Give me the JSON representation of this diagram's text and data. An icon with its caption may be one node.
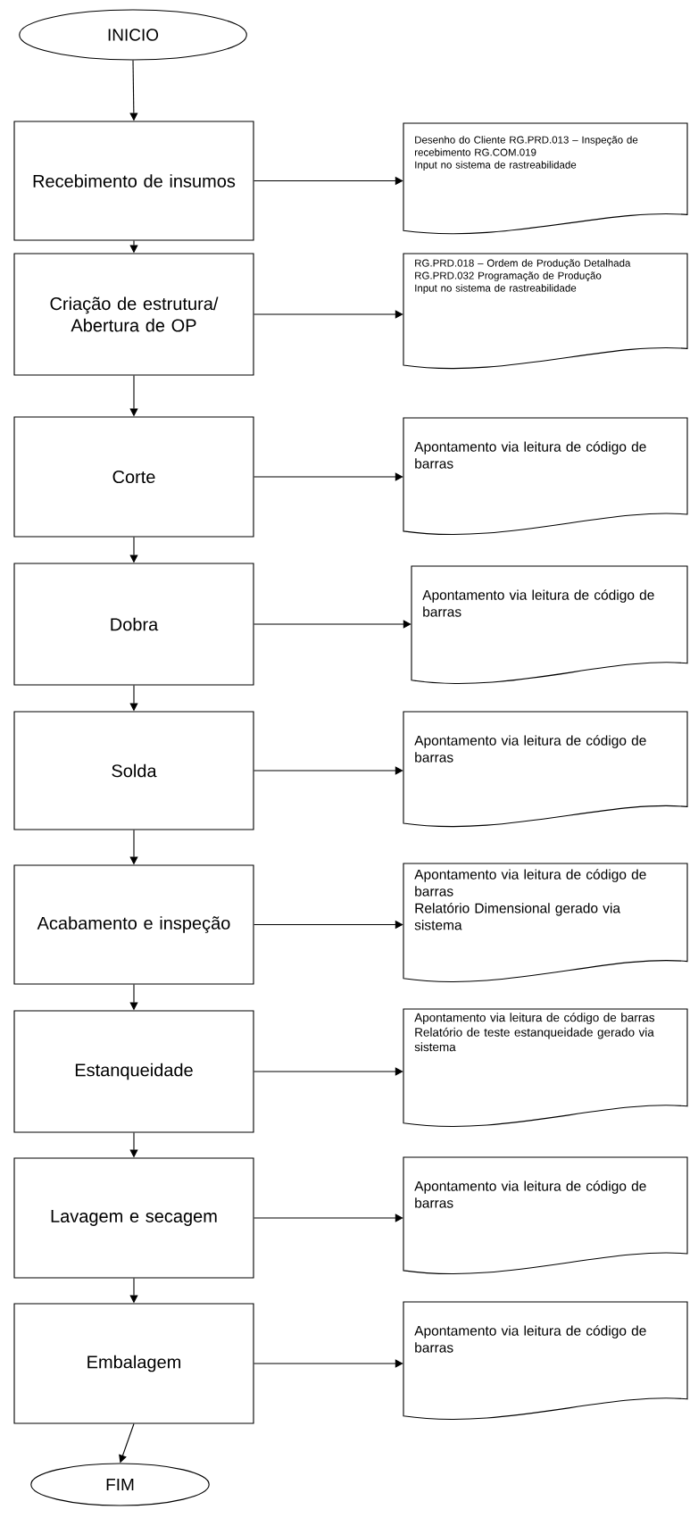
{
  "diagram": {
    "nodes": [
      {
        "text": [
          "INICIO"
        ]
      },
      {
        "text": [
          "Recebimento de insumos"
        ]
      },
      {
        "text": [
          "Desenho do Cliente RG.PRD.013 – Inspeção de recebimento RG.COM.019",
          "Input no sistema de rastreabilidade"
        ]
      },
      {
        "text": [
          "Criação de estrutura/ Abertura de OP"
        ]
      },
      {
        "text": [
          "RG.PRD.018 – Ordem de Produção Detalhada RG.PRD.032 Programação de Produção",
          "Input no sistema de rastreabilidade"
        ]
      },
      {
        "text": [
          "Corte"
        ]
      },
      {
        "text": [
          "Apontamento via leitura de código de barras"
        ]
      },
      {
        "text": [
          "Dobra"
        ]
      },
      {
        "text": [
          "Apontamento via leitura de código de barras"
        ]
      },
      {
        "text": [
          "Solda"
        ]
      },
      {
        "text": [
          "Apontamento via leitura de código de barras"
        ]
      },
      {
        "text": [
          "Acabamento e inspeção"
        ]
      },
      {
        "text": [
          "Apontamento via leitura de código de barras",
          "Relatório Dimensional gerado via sistema"
        ]
      },
      {
        "text": [
          "Estanqueidade"
        ]
      },
      {
        "text": [
          "Apontamento via leitura de código de barras",
          "Relatório de teste estanqueidade gerado via sistema"
        ]
      },
      {
        "text": [
          "Lavagem e secagem"
        ]
      },
      {
        "text": [
          "Apontamento via leitura de código de barras"
        ]
      },
      {
        "text": [
          "Embalagem"
        ]
      },
      {
        "text": [
          "Apontamento via leitura de código de barras"
        ]
      },
      {
        "text": [
          "FIM"
        ]
      }
    ],
    "edges": [
      {
        "from": 0,
        "to": 1,
        "arrow": "to"
      },
      {
        "from": 1,
        "to": 2,
        "arrow": "to"
      },
      {
        "from": 1,
        "to": 3,
        "arrow": "to"
      },
      {
        "from": 3,
        "to": 4,
        "arrow": "to"
      },
      {
        "from": 3,
        "to": 5,
        "arrow": "to"
      },
      {
        "from": 5,
        "to": 6,
        "arrow": "to"
      },
      {
        "from": 5,
        "to": 7,
        "arrow": "to"
      },
      {
        "from": 7,
        "to": 8,
        "arrow": "to"
      },
      {
        "from": 7,
        "to": 9,
        "arrow": "to"
      },
      {
        "from": 9,
        "to": 10,
        "arrow": "to"
      },
      {
        "from": 9,
        "to": 11,
        "arrow": "to"
      },
      {
        "from": 11,
        "to": 12,
        "arrow": "to"
      },
      {
        "from": 11,
        "to": 13,
        "arrow": "to"
      },
      {
        "from": 13,
        "to": 14,
        "arrow": "to"
      },
      {
        "from": 13,
        "to": 15,
        "arrow": "to"
      },
      {
        "from": 15,
        "to": 16,
        "arrow": "to"
      },
      {
        "from": 15,
        "to": 17,
        "arrow": "to"
      },
      {
        "from": 17,
        "to": 18,
        "arrow": "to"
      },
      {
        "from": 17,
        "to": 19,
        "arrow": "to"
      }
    ]
  }
}
